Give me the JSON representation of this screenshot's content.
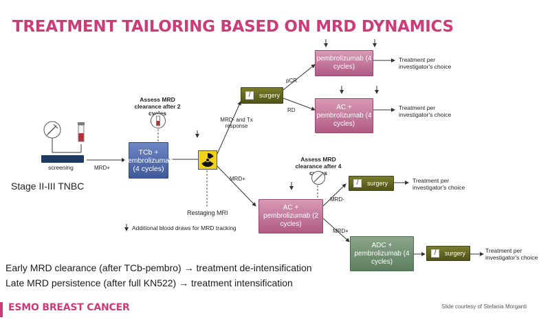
{
  "title": "TREATMENT TAILORING BASED ON MRD DYNAMICS",
  "stage_label": "Stage II-III TNBC",
  "screening": {
    "label": "screening",
    "edge_label": "MRD+"
  },
  "assess_early": "Assess MRD clearance after 2 cycles",
  "assess_late": "Assess MRD clearance after 4 cycles",
  "boxes": {
    "tcb": "TCb + pembrolizumab (4 cycles)",
    "pembro4": "pembrolizumab (4 cycles)",
    "ac_pembro4": "AC + pembrolizumab (4 cycles)",
    "ac_pembro2": "AC + pembrolizumab (2 cycles)",
    "adc": "ADC + pembrolizumab (4 cycles)",
    "surgery": "surgery"
  },
  "edges": {
    "mrd_neg_response": "MRD- and Tx response",
    "mrd_pos": "MRD+",
    "pcr": "pCR",
    "rd": "RD",
    "mrd_neg": "MRD-"
  },
  "restaging": "Restaging MRI",
  "blood_draw_note": "Additional blood draws for MRD tracking",
  "outcome": "Treatment per investigator's choice",
  "summary": [
    "Early MRD clearance (after TCb-pembro) → treatment de-intensification",
    "Late MRD persistence (after full KN522) → treatment intensification"
  ],
  "footer": {
    "brand": "ESMO BREAST CANCER",
    "credit": "Slide courtesy of Stefania Morganti"
  },
  "colors": {
    "title": "#cc3c78",
    "pink_box": "#c0719a",
    "blue_box": "#4d68a8",
    "green_box": "#6f8f72",
    "olive_box": "#5f6322",
    "arrow": "#333333"
  },
  "icons": [
    "radiation-icon",
    "blood-tube-icon",
    "scalpel-icon",
    "syringe-icon",
    "no-sign-icon"
  ]
}
